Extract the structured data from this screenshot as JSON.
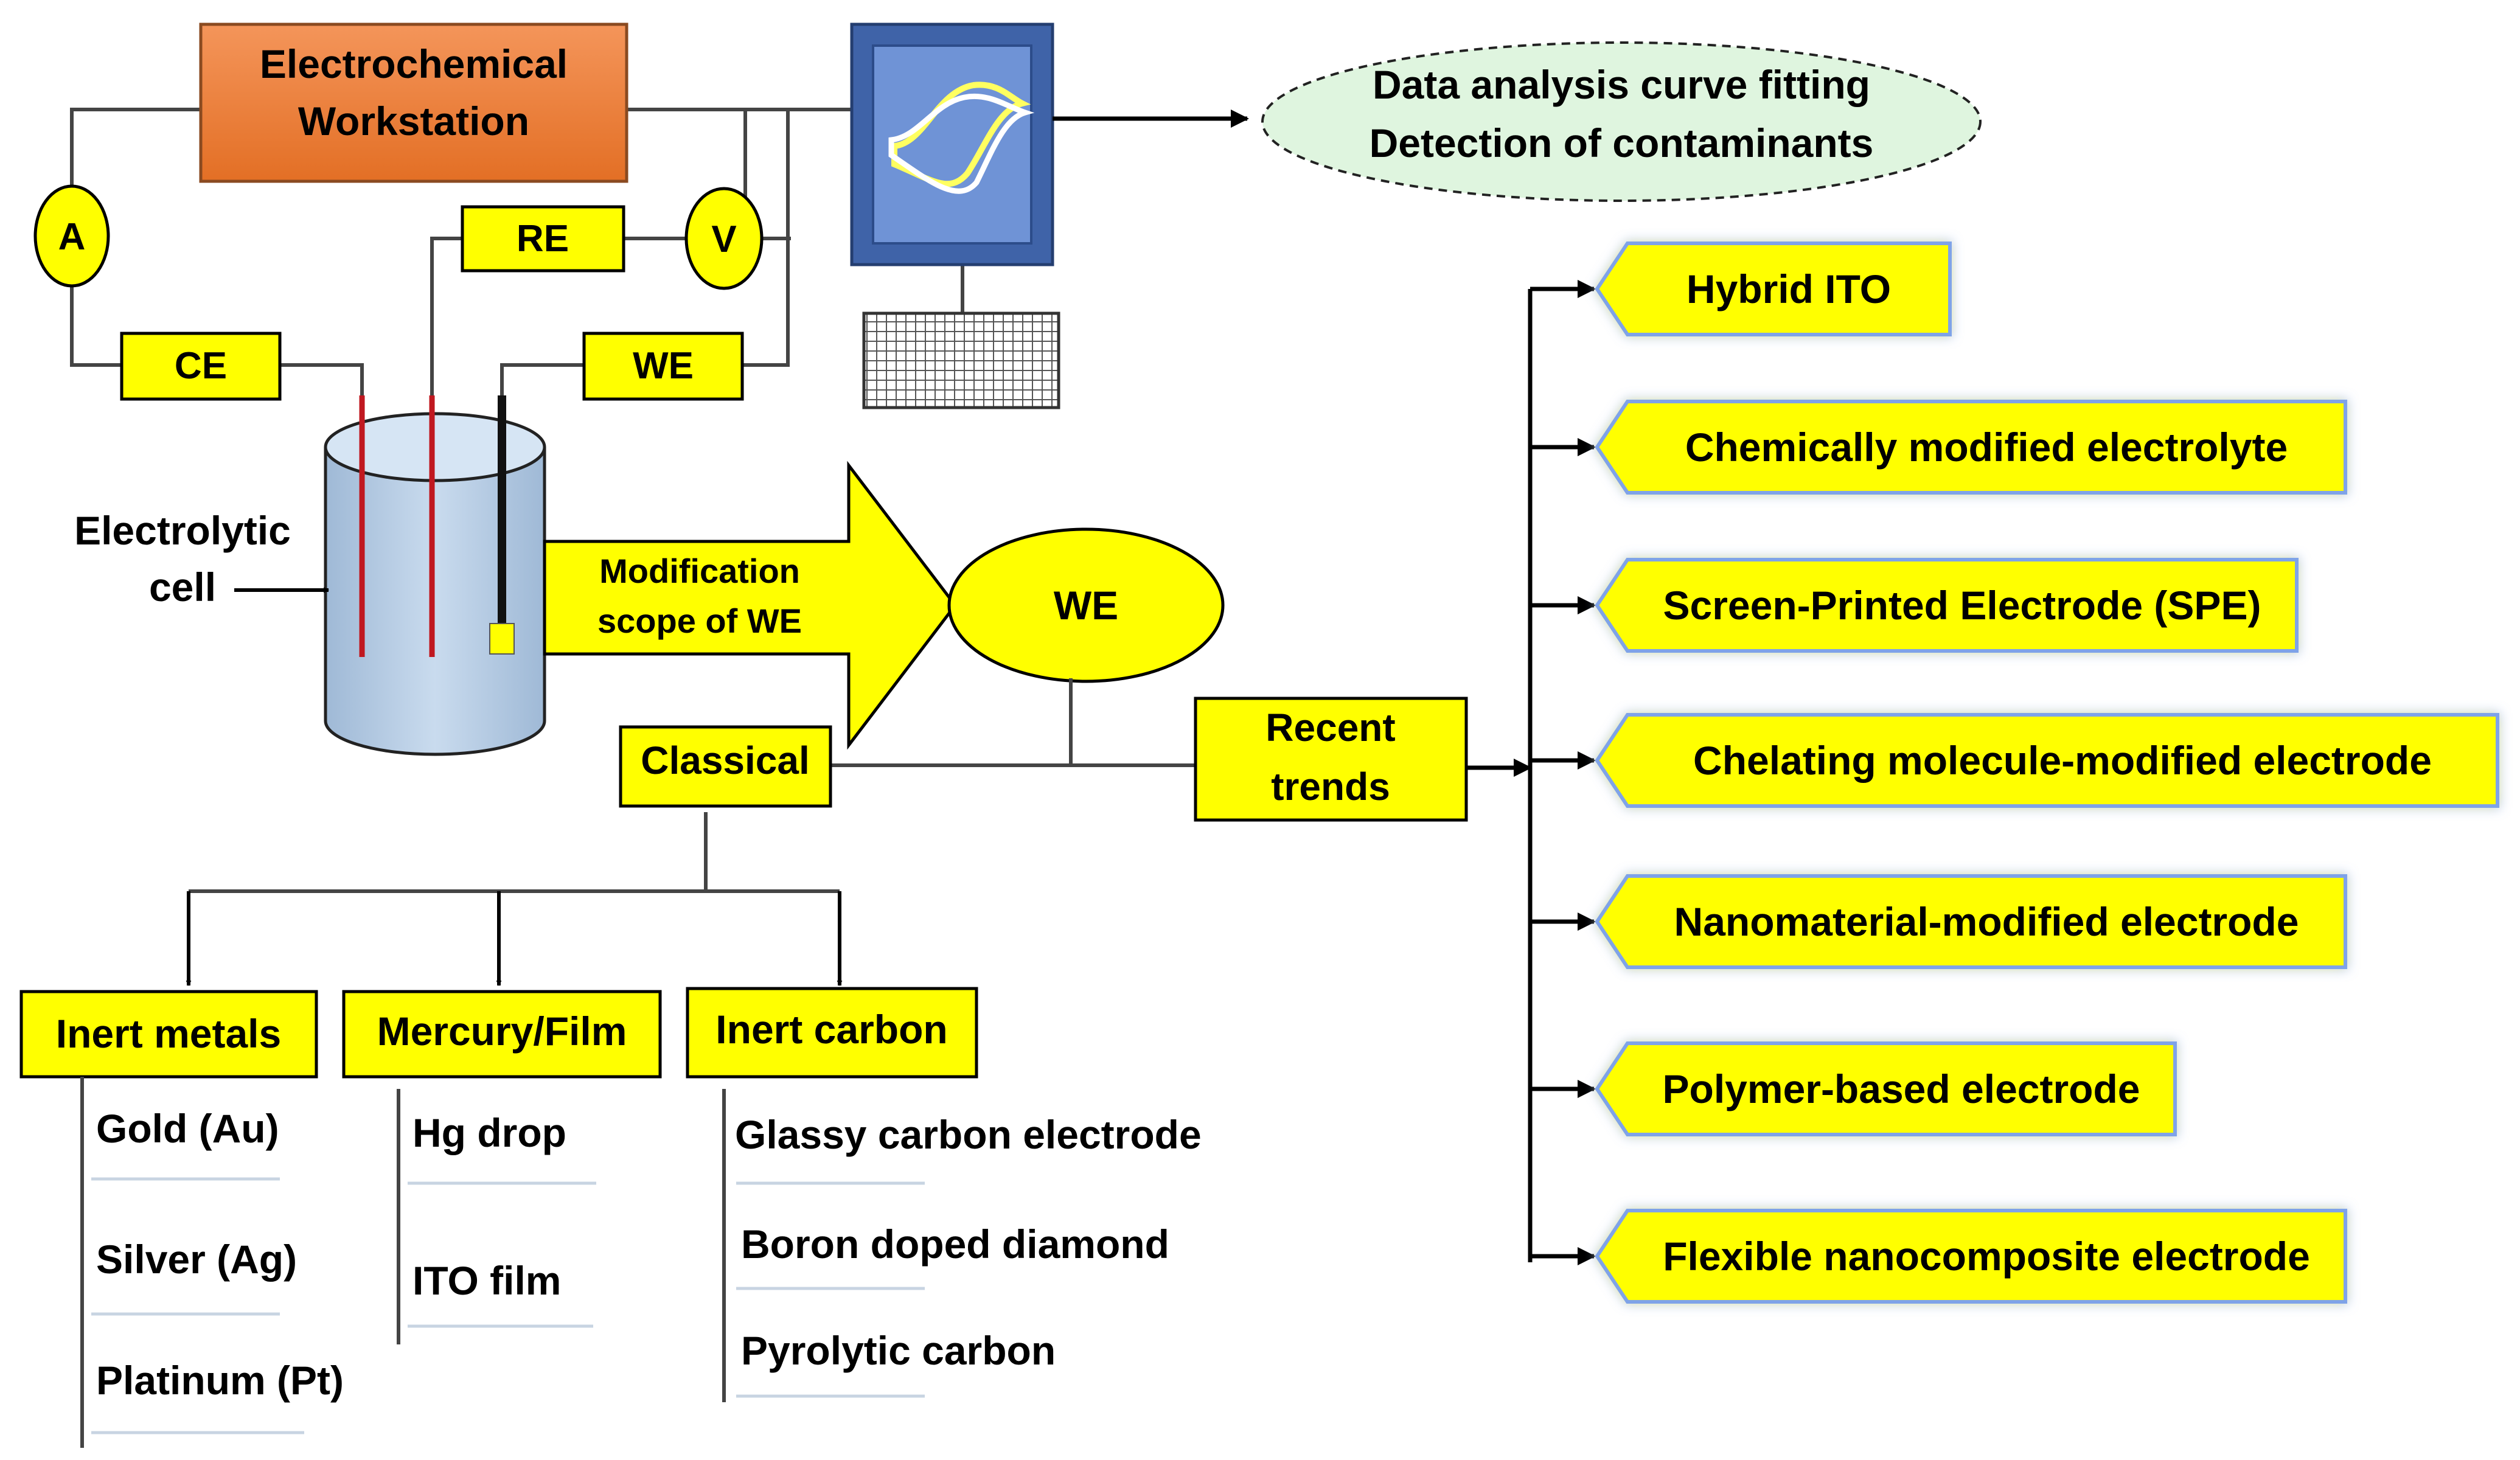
{
  "workstation": {
    "line1": "Electrochemical",
    "line2": "Workstation"
  },
  "meters": {
    "ammeter": "A",
    "voltmeter": "V"
  },
  "electrodes": {
    "counter": "CE",
    "reference": "RE",
    "working": "WE"
  },
  "cell": {
    "line1": "Electrolytic",
    "line2": "cell"
  },
  "data_analysis": {
    "line1": "Data analysis curve fitting",
    "line2": "Detection of contaminants"
  },
  "modification": {
    "line1": "Modification",
    "line2": "scope of WE"
  },
  "we_node": "WE",
  "classical": "Classical",
  "recent": {
    "line1": "Recent",
    "line2": "trends"
  },
  "categories": {
    "inert_metals": {
      "title": "Inert metals",
      "items": [
        "Gold (Au)",
        "Silver (Ag)",
        "Platinum (Pt)"
      ]
    },
    "mercury_film": {
      "title": "Mercury/Film",
      "items": [
        "Hg drop",
        "ITO film"
      ]
    },
    "inert_carbon": {
      "title": "Inert carbon",
      "items": [
        "Glassy carbon electrode",
        "Boron doped diamond",
        "Pyrolytic carbon"
      ]
    }
  },
  "trends": [
    "Hybrid ITO",
    "Chemically modified electrolyte",
    "Screen-Printed Electrode (SPE)",
    "Chelating molecule-modified electrode",
    "Nanomaterial-modified electrode",
    "Polymer-based electrode",
    "Flexible nanocomposite electrode"
  ],
  "colors": {
    "yellow": "#ffff00",
    "workstation_orange": "#f0843a",
    "monitor_blue": "#4a72c0",
    "cloud_green": "#dff5df",
    "cell_blue": "#b8cfe6",
    "electrode_red": "#c01820"
  }
}
